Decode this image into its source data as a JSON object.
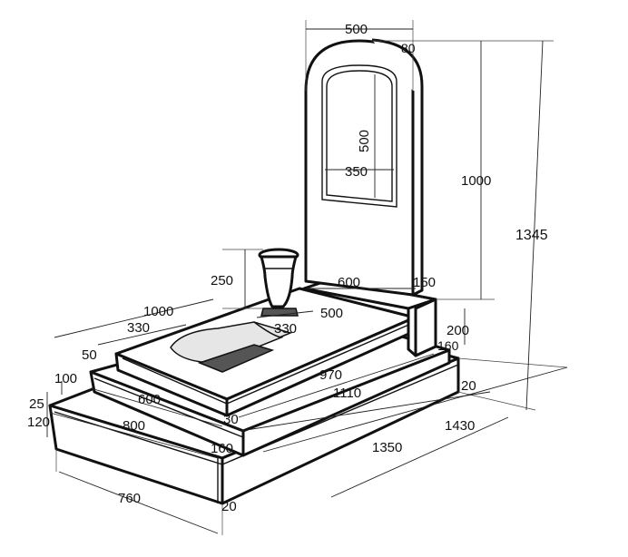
{
  "dimensions": {
    "stele_width": "500",
    "stele_thickness_top": "80",
    "plaque_height": "500",
    "plaque_width": "350",
    "stele_height": "1000",
    "total_height": "1345",
    "vase_height": "250",
    "stele_base_width": "600",
    "stele_base_depth": "150",
    "flowerbed_length": "1000",
    "inner_left": "330",
    "inner_right": "330",
    "inner_width": "500",
    "stele_base_height": "200",
    "side_a": "160",
    "step_offset": "50",
    "frame_length": "970",
    "step_height": "100",
    "slab_length": "1110",
    "slab_edge": "20",
    "step_width": "600",
    "frame_edge": "30",
    "base_offset": "25",
    "base_height": "120",
    "base_width_mid": "800",
    "base_length": "1430",
    "front_edge": "160",
    "bottom_length": "1350",
    "bottom_width": "760",
    "bottom_edge": "20"
  }
}
